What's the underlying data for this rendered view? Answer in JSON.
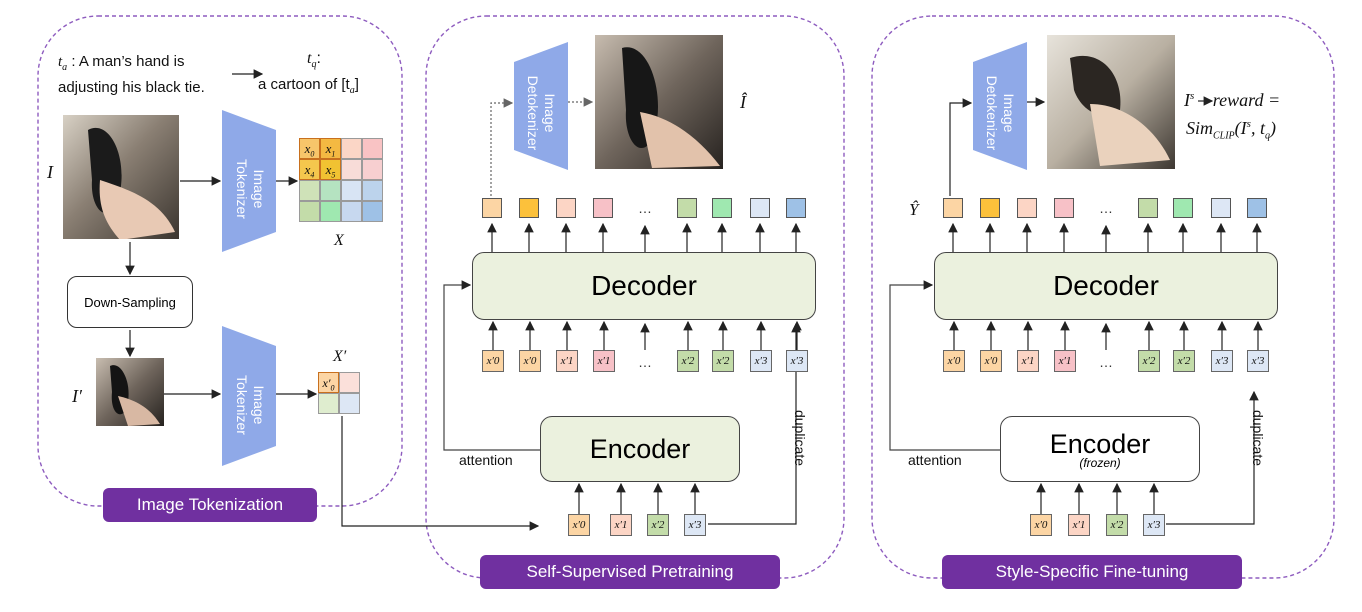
{
  "colors": {
    "panel_border": "#8e5cbf",
    "badge_bg": "#7030a0",
    "trapezoid": "#8fa9e8",
    "block_bg": "#ebf1de",
    "token_colors": [
      "#fcd5a4",
      "#fcc13b",
      "#fcd5c5",
      "#f7c1c7",
      "#c3dca9",
      "#9fe8b0",
      "#dde7f5",
      "#9ec1e6"
    ]
  },
  "panels": {
    "tokenization": {
      "badge": "Image Tokenization",
      "caption_prefix": "t",
      "caption_prefix_sub": "a",
      "caption_line1": ": A man’s hand is",
      "caption_line2": "adjusting his black tie.",
      "prompt_label": "t",
      "prompt_label_sub": "q",
      "prompt_colon": ":",
      "prompt_text": "a cartoon of [t",
      "prompt_text_sub": "a",
      "prompt_text_end": "]",
      "image_label": "I",
      "image_prime_label": "I′",
      "tokenizer_label": "Image Tokenizer",
      "downsampling_label": "Down-Sampling",
      "grid_label": "X",
      "grid_prime_label": "X′",
      "grid_tokens": [
        "x",
        "x",
        "x",
        "x"
      ],
      "grid_subs": [
        "0",
        "1",
        "4",
        "5"
      ],
      "small_grid_token": "x′",
      "small_grid_sub": "0"
    },
    "pretraining": {
      "badge": "Self-Supervised Pretraining",
      "decoder_label": "Decoder",
      "encoder_label": "Encoder",
      "detokenizer_label": "Image Detokenizer",
      "output_label": "Î",
      "attention_label": "attention",
      "duplicate_label": "duplicate",
      "ellipsis": "…"
    },
    "finetuning": {
      "badge": "Style-Specific Fine-tuning",
      "decoder_label": "Decoder",
      "encoder_label": "Encoder",
      "encoder_note": "(frozen)",
      "detokenizer_label": "Image Detokenizer",
      "y_label": "Ŷ",
      "reward_line1_a": "I",
      "reward_line1_sup": "s",
      "reward_line1_b": "reward =",
      "reward_line2_a": "Sim",
      "reward_line2_sub": "CLIP",
      "reward_line2_b": "(I",
      "reward_line2_sup": "s",
      "reward_line2_c": ", t",
      "reward_line2_sub2": "q",
      "reward_line2_d": ")",
      "attention_label": "attention",
      "duplicate_label": "duplicate",
      "ellipsis": "…"
    }
  },
  "decoder_inputs": [
    "x′0",
    "x′0",
    "x′1",
    "x′1",
    "x′2",
    "x′2",
    "x′3",
    "x′3"
  ],
  "encoder_inputs": [
    "x′0",
    "x′1",
    "x′2",
    "x′3"
  ]
}
